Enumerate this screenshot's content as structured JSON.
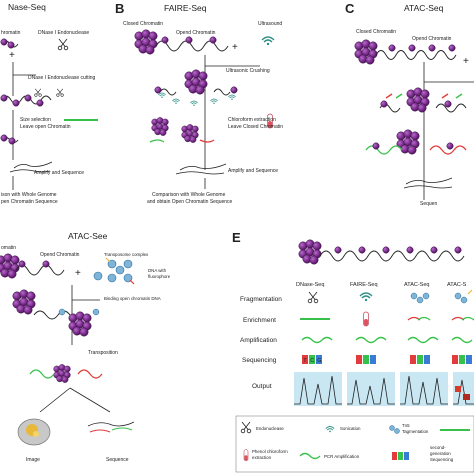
{
  "panels": {
    "a": {
      "title": "Nase-Seq",
      "closed": "hromatin",
      "open": "DNase I Endonuclease",
      "cut": "DNase I Endonuclease cutting",
      "size1": "Size selection",
      "size2": "Leave open Chromatin",
      "amp": "Amplify and Sequence",
      "cmp1": "ison with Whole Genome",
      "cmp2": "pen Chromatin Sequence"
    },
    "b": {
      "letter": "B",
      "title": "FAIRE-Seq",
      "closed": "Closed Chromatin",
      "open": "Opend Chromatin",
      "ultra": "Ultrasound",
      "crush": "Ultrasonic Crushing",
      "chl1": "Chloroform extraction",
      "chl2": "Leave Closed Chromatin",
      "amp": "Amplify and Sequence",
      "cmp1": "Comparison with Whole Genome",
      "cmp2": "and obtain Open Chromatin Sequence"
    },
    "c": {
      "letter": "C",
      "title": "ATAC-Seq",
      "closed": "Closed Chromatin",
      "open": "Opend Chromatin",
      "seq": "Sequen"
    },
    "d": {
      "title": "ATAC-See",
      "closed": "omatin",
      "open": "Opend Chromatin",
      "trans": "Transposome complex",
      "fluor1": "DNA with",
      "fluor2": "fluorophore",
      "bind": "Binding open chromatin DNA",
      "transposition": "Transposition",
      "image": "Image",
      "sequence": "Sequence"
    },
    "e": {
      "letter": "E",
      "cols": [
        "DNase-Seq",
        "FAIRE-Seq",
        "ATAC-Seq",
        "ATAC-S"
      ],
      "rows": [
        "Fragmentation",
        "Enrichment",
        "Amplification",
        "Sequencing",
        "Output"
      ],
      "legend": {
        "endo": "Endonuclease",
        "son": "Sonication",
        "tn5a": "Tn5",
        "tn5b": "Tagmentation",
        "phen1": "Phenol chloroform",
        "phen2": "extraction",
        "pcr": "PCR Amplification",
        "ngs1": "second-",
        "ngs2": "generation",
        "ngs3": "Sequencing"
      },
      "bases": [
        "T",
        "C",
        "G"
      ]
    }
  },
  "colors": {
    "nucleosome": "#7a2a8c",
    "nucleosome_dark": "#5c1d6b",
    "dna": "#222222",
    "green": "#38c14a",
    "red": "#e23b3b",
    "teal": "#2f8f86",
    "output_bg": "#c9e7f3"
  }
}
